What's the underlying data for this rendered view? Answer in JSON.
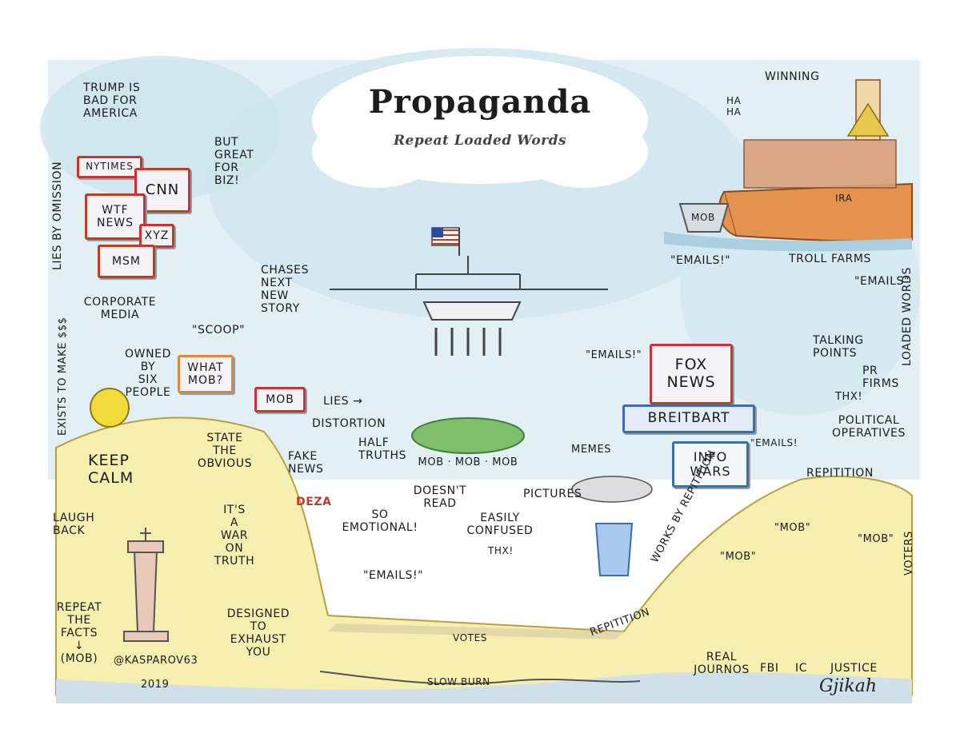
{
  "title": "Propaganda",
  "subtitle": "Repeat Loaded Words",
  "colors": {
    "sky": "#cfe6ef",
    "sand": "#f7efb0",
    "box_border": "#c0392b",
    "grass": "#7fbf6b",
    "ship": "#e3934d"
  },
  "left": {
    "trump_line": "TRUMP IS\nBAD FOR\nAMERICA",
    "but_great": "BUT\nGREAT\nFOR\nBIZ!",
    "outlets": [
      "NYTIMES",
      "CNN",
      "WTF\nNEWS",
      "XYZ",
      "MSM"
    ],
    "lies_by_omission": "LIES BY OMISSION",
    "chases": "CHASES\nNEXT\nNEW\nSTORY",
    "scoop": "\"SCOOP\"",
    "corporate_media": "CORPORATE\nMEDIA",
    "owned_by": "OWNED\nBY\nSIX\nPEOPLE",
    "what_mob": "WHAT\nMOB?",
    "exists_to_make": "EXISTS TO\nMAKE $$$",
    "mob_box": "MOB"
  },
  "center": {
    "lies": "LIES →",
    "distortion": "DISTORTION",
    "half_truths": "HALF\nTRUTHS",
    "fake_news": "FAKE\nNEWS",
    "deza": "DEZA",
    "so_emotional": "SO\nEMOTIONAL!",
    "doesnt_read": "DOESN'T\nREAD",
    "easily_confused": "EASILY\nCONFUSED",
    "thx_center": "THX!",
    "emails_bottom": "\"EMAILS!\"",
    "votes": "VOTES",
    "pictures": "PICTURES",
    "memes": "MEMES",
    "emails_mid": "\"EMAILS!\"",
    "mob_chant": "MOB · MOB · MOB",
    "slow_burn": "SLOW BURN"
  },
  "right": {
    "winning": "WINNING",
    "ha_ha": "HA\nHA",
    "mob_boat": "MOB",
    "ira": "IRA",
    "troll_farms": "TROLL FARMS",
    "emails_top": "\"EMAILS!\"",
    "emails_quote": "\"EMAILS\"",
    "talking_points": "TALKING\nPOINTS",
    "pr_firms": "PR\nFIRMS",
    "thx_right": "THX!",
    "political_operatives": "POLITICAL\nOPERATIVES",
    "loaded_words": "LOADED WORDS",
    "fox_news": "FOX\nNEWS",
    "breitbart": "BREITBART",
    "info_wars": "INFO\nWARS",
    "emails_side": "\"EMAILS!",
    "repitition_right": "REPITITION",
    "works_by": "WORKS BY\nREPITITION",
    "repitition_low": "REPITITION",
    "mob_1": "\"MOB\"",
    "mob_2": "\"MOB\"",
    "mob_3": "\"MOB\"",
    "voters": "VOTERS",
    "real_journos": "REAL\nJOURNOS",
    "fbi": "FBI",
    "ic": "IC",
    "justice": "JUSTICE",
    "signature": "Gjikah"
  },
  "bottom_left": {
    "keep_calm": "KEEP\nCALM",
    "state_obvious": "STATE\nTHE\nOBVIOUS",
    "laugh_back": "LAUGH\nBACK",
    "war_on_truth": "IT'S\nA\nWAR\nON\nTRUTH",
    "repeat_facts": "REPEAT\nTHE\nFACTS\n↓\n(MOB)",
    "designed": "DESIGNED\nTO\nEXHAUST\nYOU",
    "handle": "@KASPAROV63",
    "year": "2019"
  }
}
